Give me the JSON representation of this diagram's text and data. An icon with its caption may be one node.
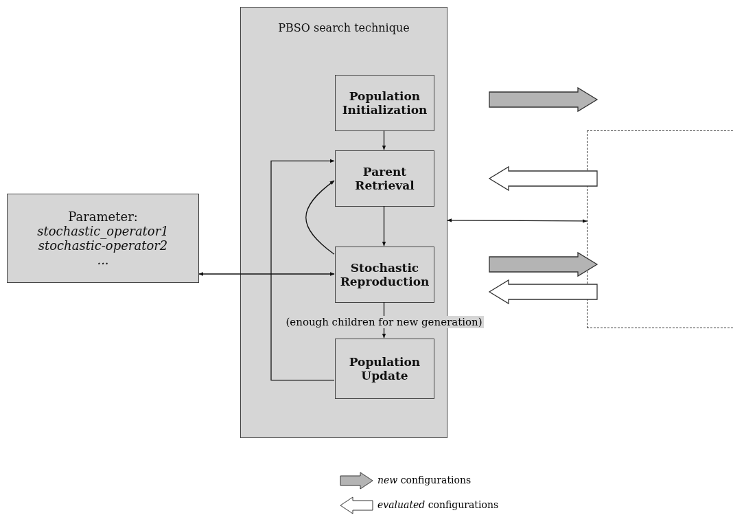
{
  "diagram": {
    "nodes": [
      {
        "text": [
          "PBSO search technique"
        ]
      },
      {
        "text": [
          "Population Initialization"
        ],
        "in": 0
      },
      {
        "text": [
          "Parent Retrieval"
        ],
        "in": 0
      },
      {
        "text": [
          "Stochastic Reproduction"
        ],
        "in": 0
      },
      {
        "text": [
          "Population Update"
        ],
        "in": 0
      },
      {
        "text": [
          "Parameter:",
          "stochastic_operator1",
          "stochastic-operator2",
          "..."
        ]
      },
      {
        "text": [],
        "shape": "box"
      }
    ],
    "edges": [
      {
        "from": 1,
        "to": 2,
        "arrow": "to"
      },
      {
        "from": 2,
        "to": 3,
        "arrow": "to"
      },
      {
        "from": 3,
        "to": 4,
        "arrow": "to",
        "label": "(enough children for new generation)"
      },
      {
        "from": 4,
        "to": 2,
        "arrow": "to"
      },
      {
        "from": 3,
        "to": 2,
        "arrow": "to"
      },
      {
        "from": 5,
        "to": 3,
        "arrow": "both"
      },
      {
        "from": 0,
        "to": 6,
        "arrow": "both"
      },
      {
        "from": 1,
        "to": 6,
        "arrow": "to",
        "style": "thick",
        "color": "#b4b4b4"
      },
      {
        "from": 6,
        "to": 2,
        "arrow": "to",
        "style": "thick",
        "color": "#ffffff"
      },
      {
        "from": 3,
        "to": 6,
        "arrow": "to",
        "style": "thick",
        "color": "#b4b4b4"
      },
      {
        "from": 6,
        "to": 3,
        "arrow": "to",
        "style": "thick",
        "color": "#ffffff"
      }
    ],
    "legend": [
      {
        "text": "*new* configurations"
      },
      {
        "text": "*evaluated* configurations"
      }
    ]
  }
}
